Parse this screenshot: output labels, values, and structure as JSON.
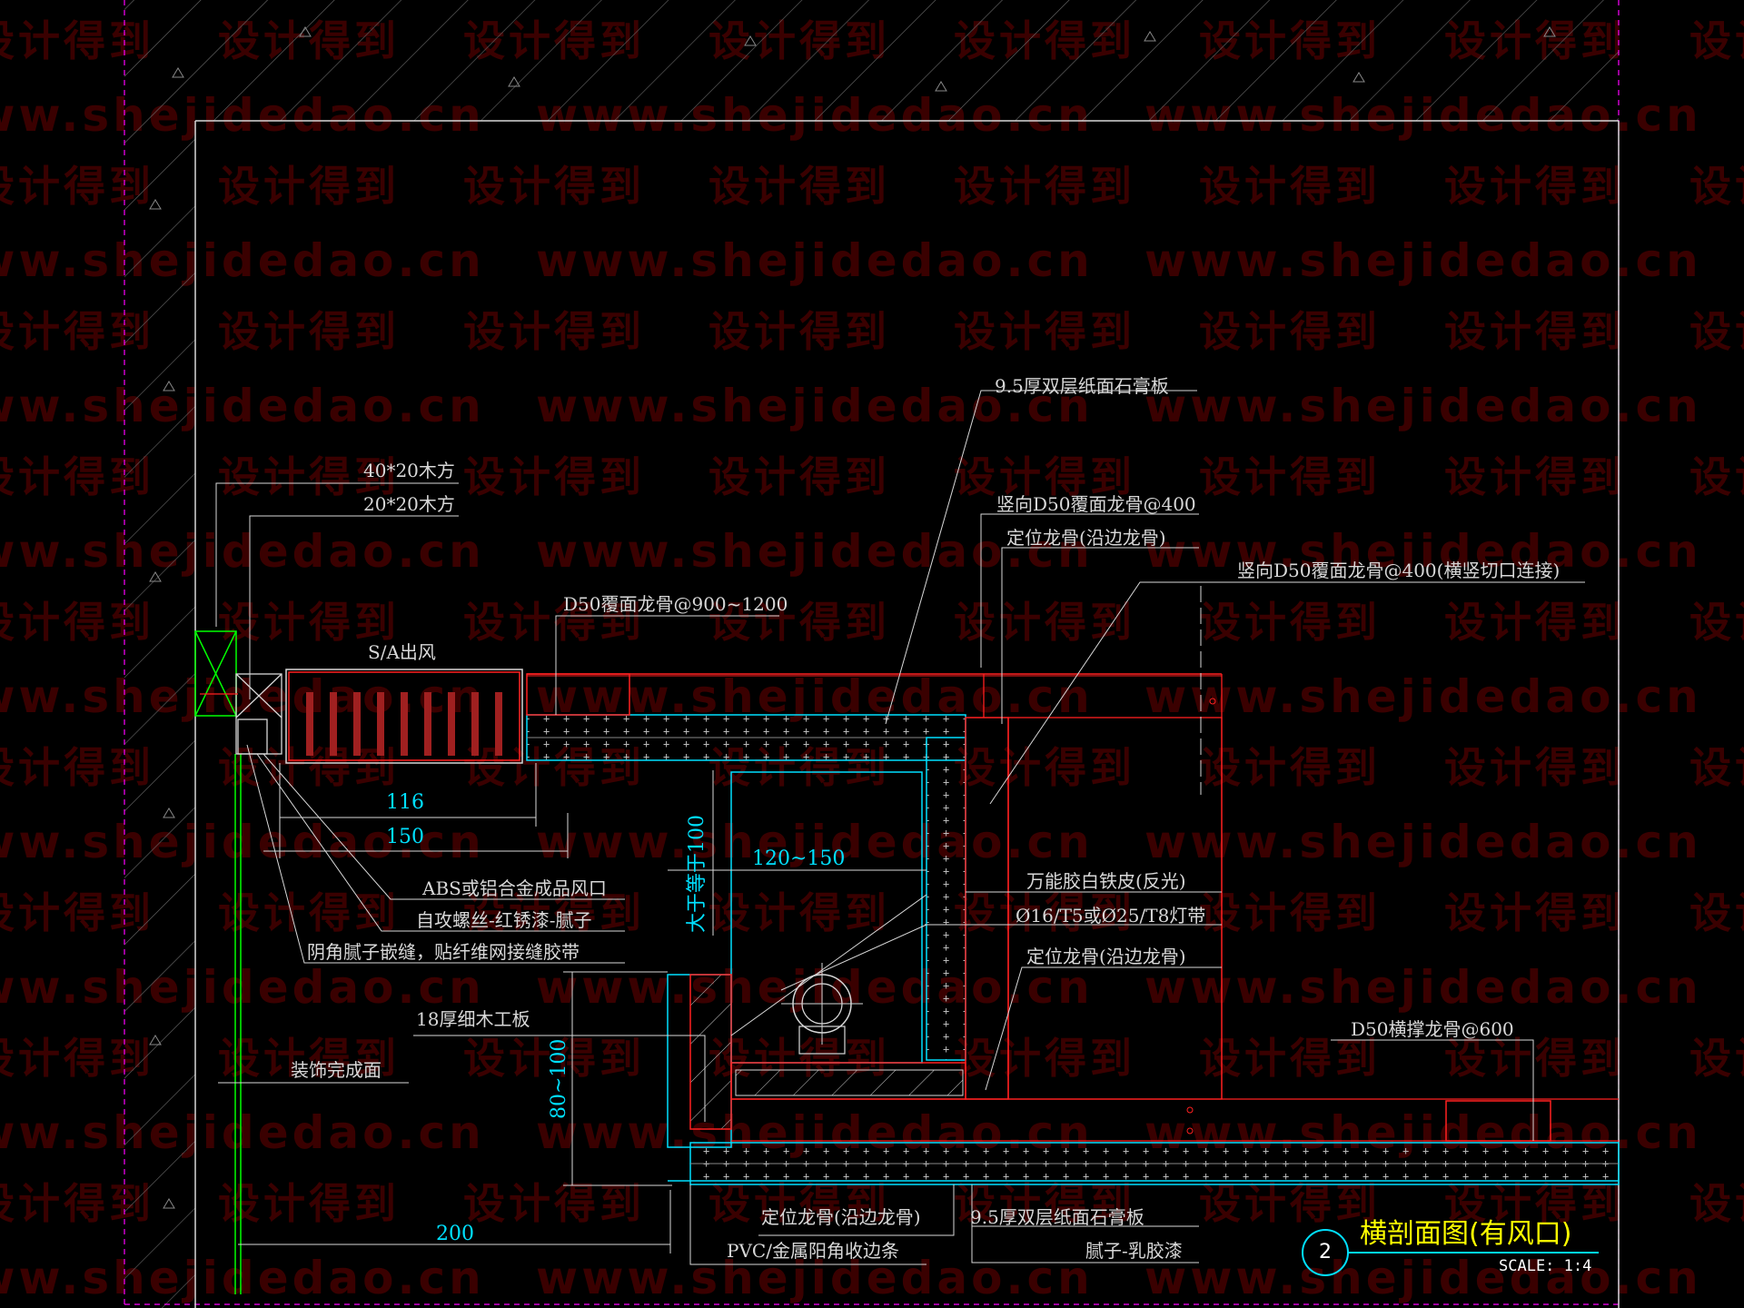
{
  "watermark": {
    "cn": "设计得到",
    "url": "www.shejidedao.cn"
  },
  "labels": {
    "gypsum_top": "9.5厚双层纸面石膏板",
    "wood_40x20": "40*20木方",
    "wood_20x20": "20*20木方",
    "keel_vertical_1": "竖向D50覆面龙骨@400",
    "locating_keel_1": "定位龙骨(沿边龙骨)",
    "keel_vertical_2": "竖向D50覆面龙骨@400(横竖切口连接)",
    "keel_cover": "D50覆面龙骨@900~1200",
    "sa_outlet": "S/A出风",
    "dim_116": "116",
    "dim_150": "150",
    "dim_ge100": "大于等于100",
    "dim_120_150": "120~150",
    "abs_outlet": "ABS或铝合金成品风口",
    "screw": "自攻螺丝-红锈漆-腻子",
    "corner_putty": "阴角腻子嵌缝，贴纤维网接缝胶带",
    "tin_sheet": "万能胶白铁皮(反光)",
    "light_strip": "Ø16/T5或Ø25/T8灯带",
    "locating_keel_2": "定位龙骨(沿边龙骨)",
    "blockboard": "18厚细木工板",
    "dim_80_100": "80~100",
    "finish_face": "装饰完成面",
    "cross_keel": "D50横撑龙骨@600",
    "dim_200": "200",
    "locating_keel_3": "定位龙骨(沿边龙骨)",
    "gypsum_bottom": "9.5厚双层纸面石膏板",
    "pvc_edge": "PVC/金属阳角收边条",
    "putty_paint": "腻子-乳胶漆"
  },
  "title_block": {
    "number": "2",
    "title": "横剖面图(有风口)",
    "scale": "SCALE: 1:4"
  },
  "colors": {
    "line_white": "#d8d8d8",
    "red": "#ff2020",
    "cyan": "#00e0ff",
    "green": "#00ff00",
    "magenta": "#ff00ff",
    "yellow": "#ffff00",
    "watermark": "#3a0000"
  }
}
